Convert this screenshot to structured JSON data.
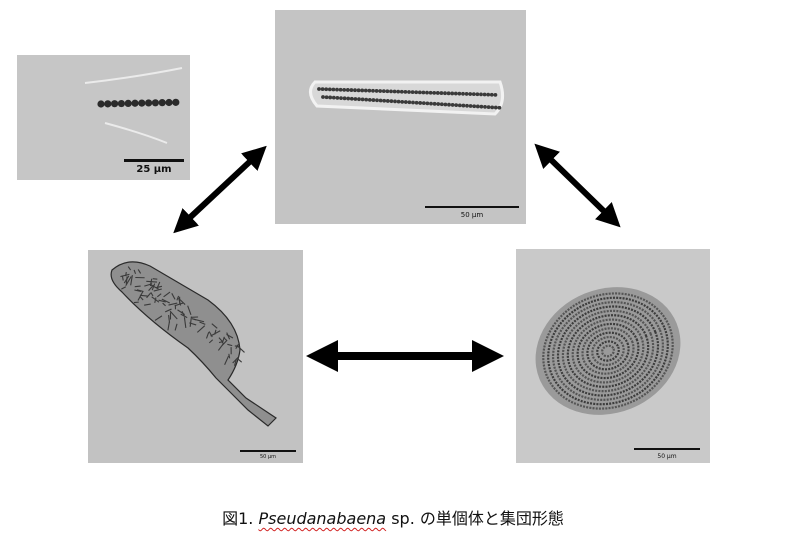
{
  "panels": [
    {
      "scale_label": "25 µm"
    },
    {
      "scale_label": "50 µm"
    },
    {
      "scale_label": "50 µm"
    },
    {
      "scale_label": "50 µm"
    }
  ],
  "caption": {
    "prefix": "図1. ",
    "species": "Pseudanabaena",
    "suffix": " sp. の単個体と集団形態"
  }
}
